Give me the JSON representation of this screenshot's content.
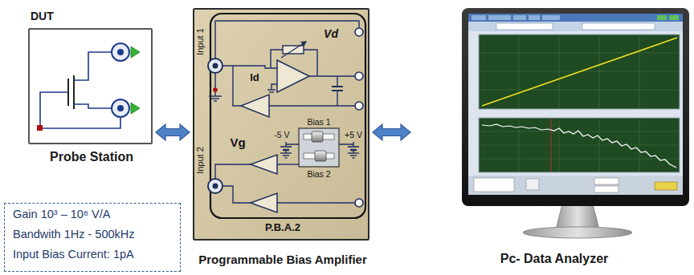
{
  "diagram": {
    "nodes": [
      {
        "text": [
          "DUT",
          "Probe Station"
        ]
      },
      {
        "text": [
          "P.B.A.2",
          "Programmable Bias Amplifier"
        ]
      },
      {
        "text": [
          "Pc- Data Analyzer"
        ]
      },
      {
        "text": [
          "Gain 10³ – 10⁸ V/A",
          "Bandwith 1Hz - 500kHz",
          "Input Bias Current: 1pA"
        ]
      }
    ],
    "edges": [
      {
        "from": 0,
        "to": 1,
        "arrow": "both"
      },
      {
        "from": 1,
        "to": 2,
        "arrow": "both"
      }
    ],
    "labels": [
      "Input 1",
      "Input 2",
      "Id",
      "Vd",
      "Vg",
      "Bias 1",
      "Bias 2",
      "-5 V",
      "+5 V"
    ]
  }
}
